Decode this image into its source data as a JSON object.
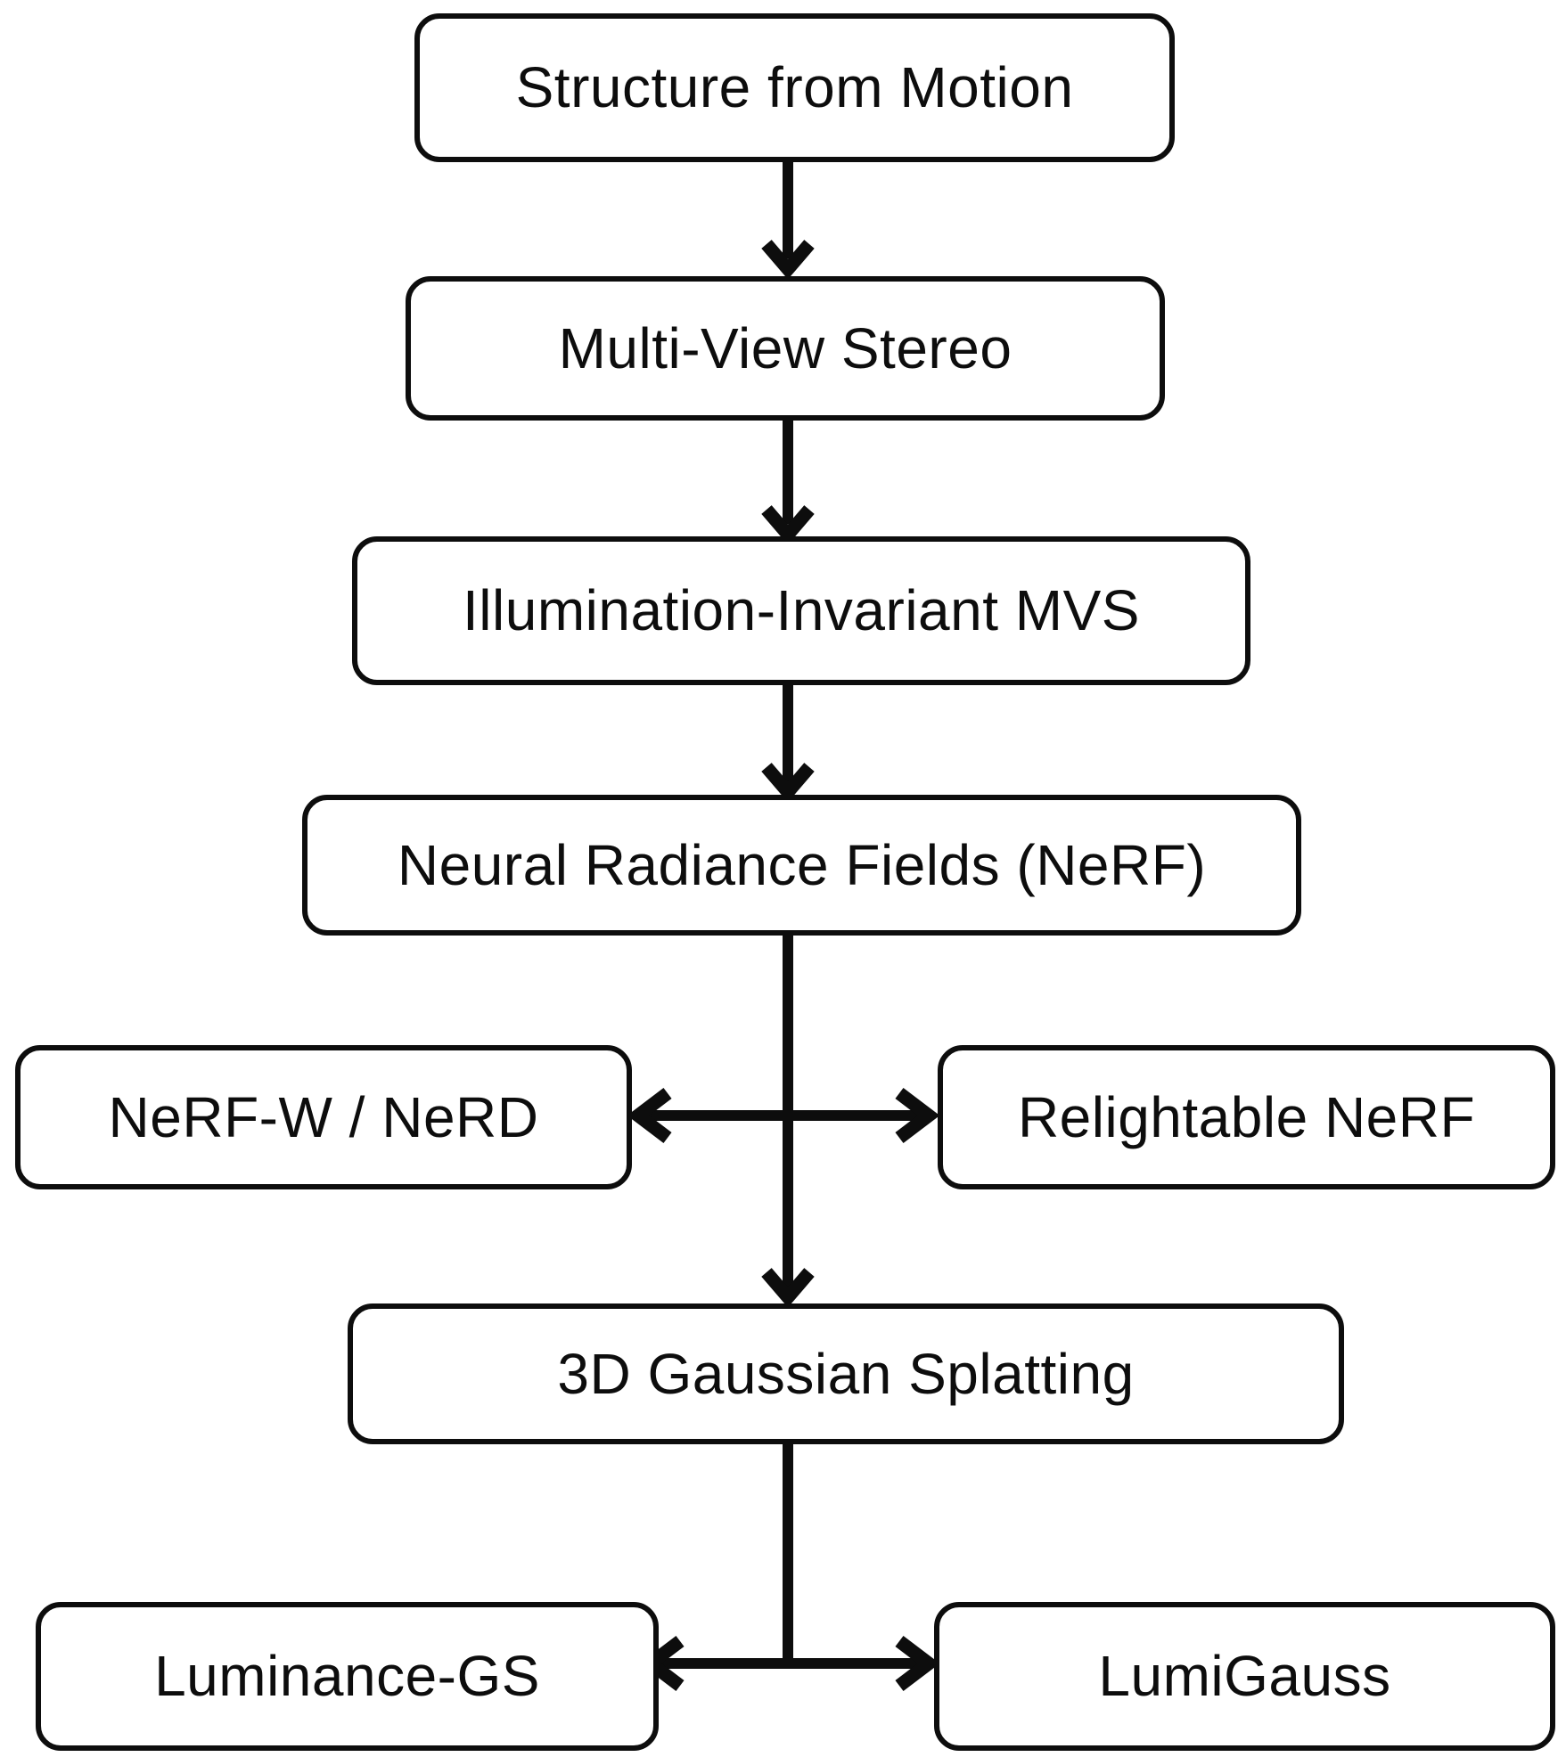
{
  "diagram": {
    "type": "flowchart",
    "background_color": "#ffffff",
    "stroke_color": "#0d0d0d",
    "nodes": [
      {
        "id": "structure-from-motion",
        "label": "Structure from Motion"
      },
      {
        "id": "multi-view-stereo",
        "label": "Multi-View Stereo"
      },
      {
        "id": "illumination-invariant-mvs",
        "label": "Illumination-Invariant MVS"
      },
      {
        "id": "neural-radiance-fields",
        "label": "Neural Radiance Fields (NeRF)"
      },
      {
        "id": "nerf-w-nerd",
        "label": "NeRF-W / NeRD"
      },
      {
        "id": "relightable-nerf",
        "label": "Relightable NeRF"
      },
      {
        "id": "3d-gaussian-splatting",
        "label": "3D Gaussian Splatting"
      },
      {
        "id": "luminance-gs",
        "label": "Luminance-GS"
      },
      {
        "id": "lumigauss",
        "label": "LumiGauss"
      }
    ],
    "edges": [
      {
        "from": "structure-from-motion",
        "to": "multi-view-stereo",
        "style": "arrow-down"
      },
      {
        "from": "multi-view-stereo",
        "to": "illumination-invariant-mvs",
        "style": "arrow-down"
      },
      {
        "from": "illumination-invariant-mvs",
        "to": "neural-radiance-fields",
        "style": "arrow-down"
      },
      {
        "from": "neural-radiance-fields",
        "to": "3d-gaussian-splatting",
        "style": "arrow-down"
      },
      {
        "from": "neural-radiance-fields",
        "to": "nerf-w-nerd",
        "style": "branch-arrow-left"
      },
      {
        "from": "neural-radiance-fields",
        "to": "relightable-nerf",
        "style": "branch-arrow-right"
      },
      {
        "from": "3d-gaussian-splatting",
        "to": "luminance-gs",
        "style": "branch-arrow-left"
      },
      {
        "from": "3d-gaussian-splatting",
        "to": "lumigauss",
        "style": "branch-arrow-right"
      }
    ]
  }
}
